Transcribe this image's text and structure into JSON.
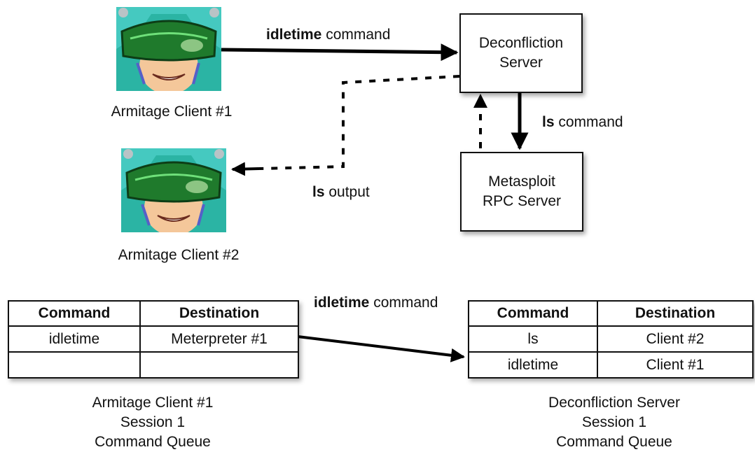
{
  "top": {
    "client1_label": "Armitage Client #1",
    "client2_label": "Armitage Client #2",
    "decon_server": "Deconfliction\nServer",
    "msf_server": "Metasploit\nRPC Server",
    "arrow_idletime": {
      "bold": "idletime",
      "rest": " command"
    },
    "arrow_ls_command": {
      "bold": "ls",
      "rest": " command"
    },
    "arrow_ls_output": {
      "bold": "ls",
      "rest": " output"
    }
  },
  "bottom": {
    "arrow_label": {
      "bold": "idletime",
      "rest": " command"
    },
    "client_queue": {
      "headers": [
        "Command",
        "Destination"
      ],
      "rows": [
        [
          "idletime",
          "Meterpreter #1"
        ],
        [
          "",
          ""
        ]
      ],
      "caption": [
        "Armitage Client #1",
        "Session 1",
        "Command Queue"
      ]
    },
    "server_queue": {
      "headers": [
        "Command",
        "Destination"
      ],
      "rows": [
        [
          "ls",
          "Client #2"
        ],
        [
          "idletime",
          "Client #1"
        ]
      ],
      "caption": [
        "Deconfliction Server",
        "Session 1",
        "Command Queue"
      ]
    }
  }
}
